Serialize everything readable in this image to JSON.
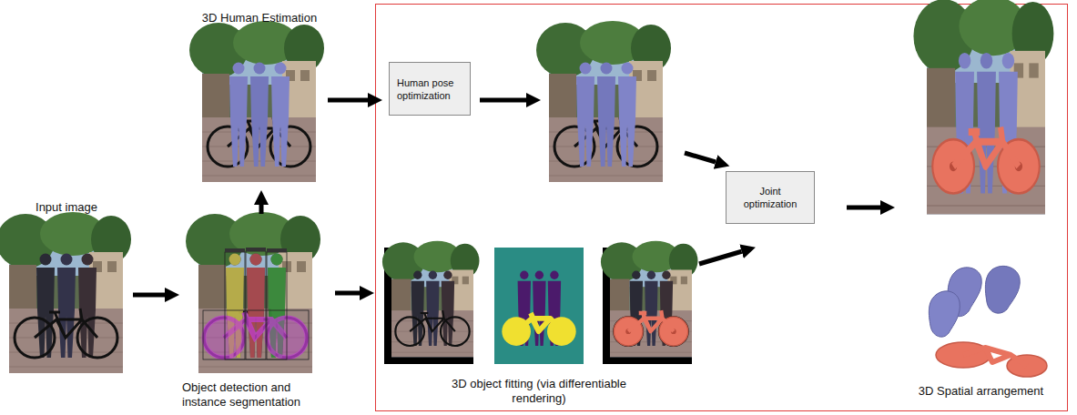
{
  "diagram": {
    "nodes": [
      {
        "text": [
          "Input image"
        ]
      },
      {
        "text": [
          "Object detection and instance segmentation"
        ]
      },
      {
        "text": [
          "3D Human Estimation"
        ]
      },
      {
        "text": [
          "Human pose optimization"
        ]
      },
      {
        "text": [
          "3D object fitting (via differentiable rendering)"
        ]
      },
      {
        "text": [
          "Joint optimization"
        ]
      },
      {
        "text": [
          "3D Spatial arrangement"
        ]
      }
    ],
    "edges": [
      {
        "from": 0,
        "to": 1,
        "arrow": "to"
      },
      {
        "from": 1,
        "to": 2,
        "arrow": "to"
      },
      {
        "from": 2,
        "to": 3,
        "arrow": "to"
      },
      {
        "from": 1,
        "to": 4,
        "arrow": "to"
      },
      {
        "from": 4,
        "to": 5,
        "arrow": "to"
      },
      {
        "from": 5,
        "to": 6,
        "arrow": "to"
      }
    ]
  }
}
